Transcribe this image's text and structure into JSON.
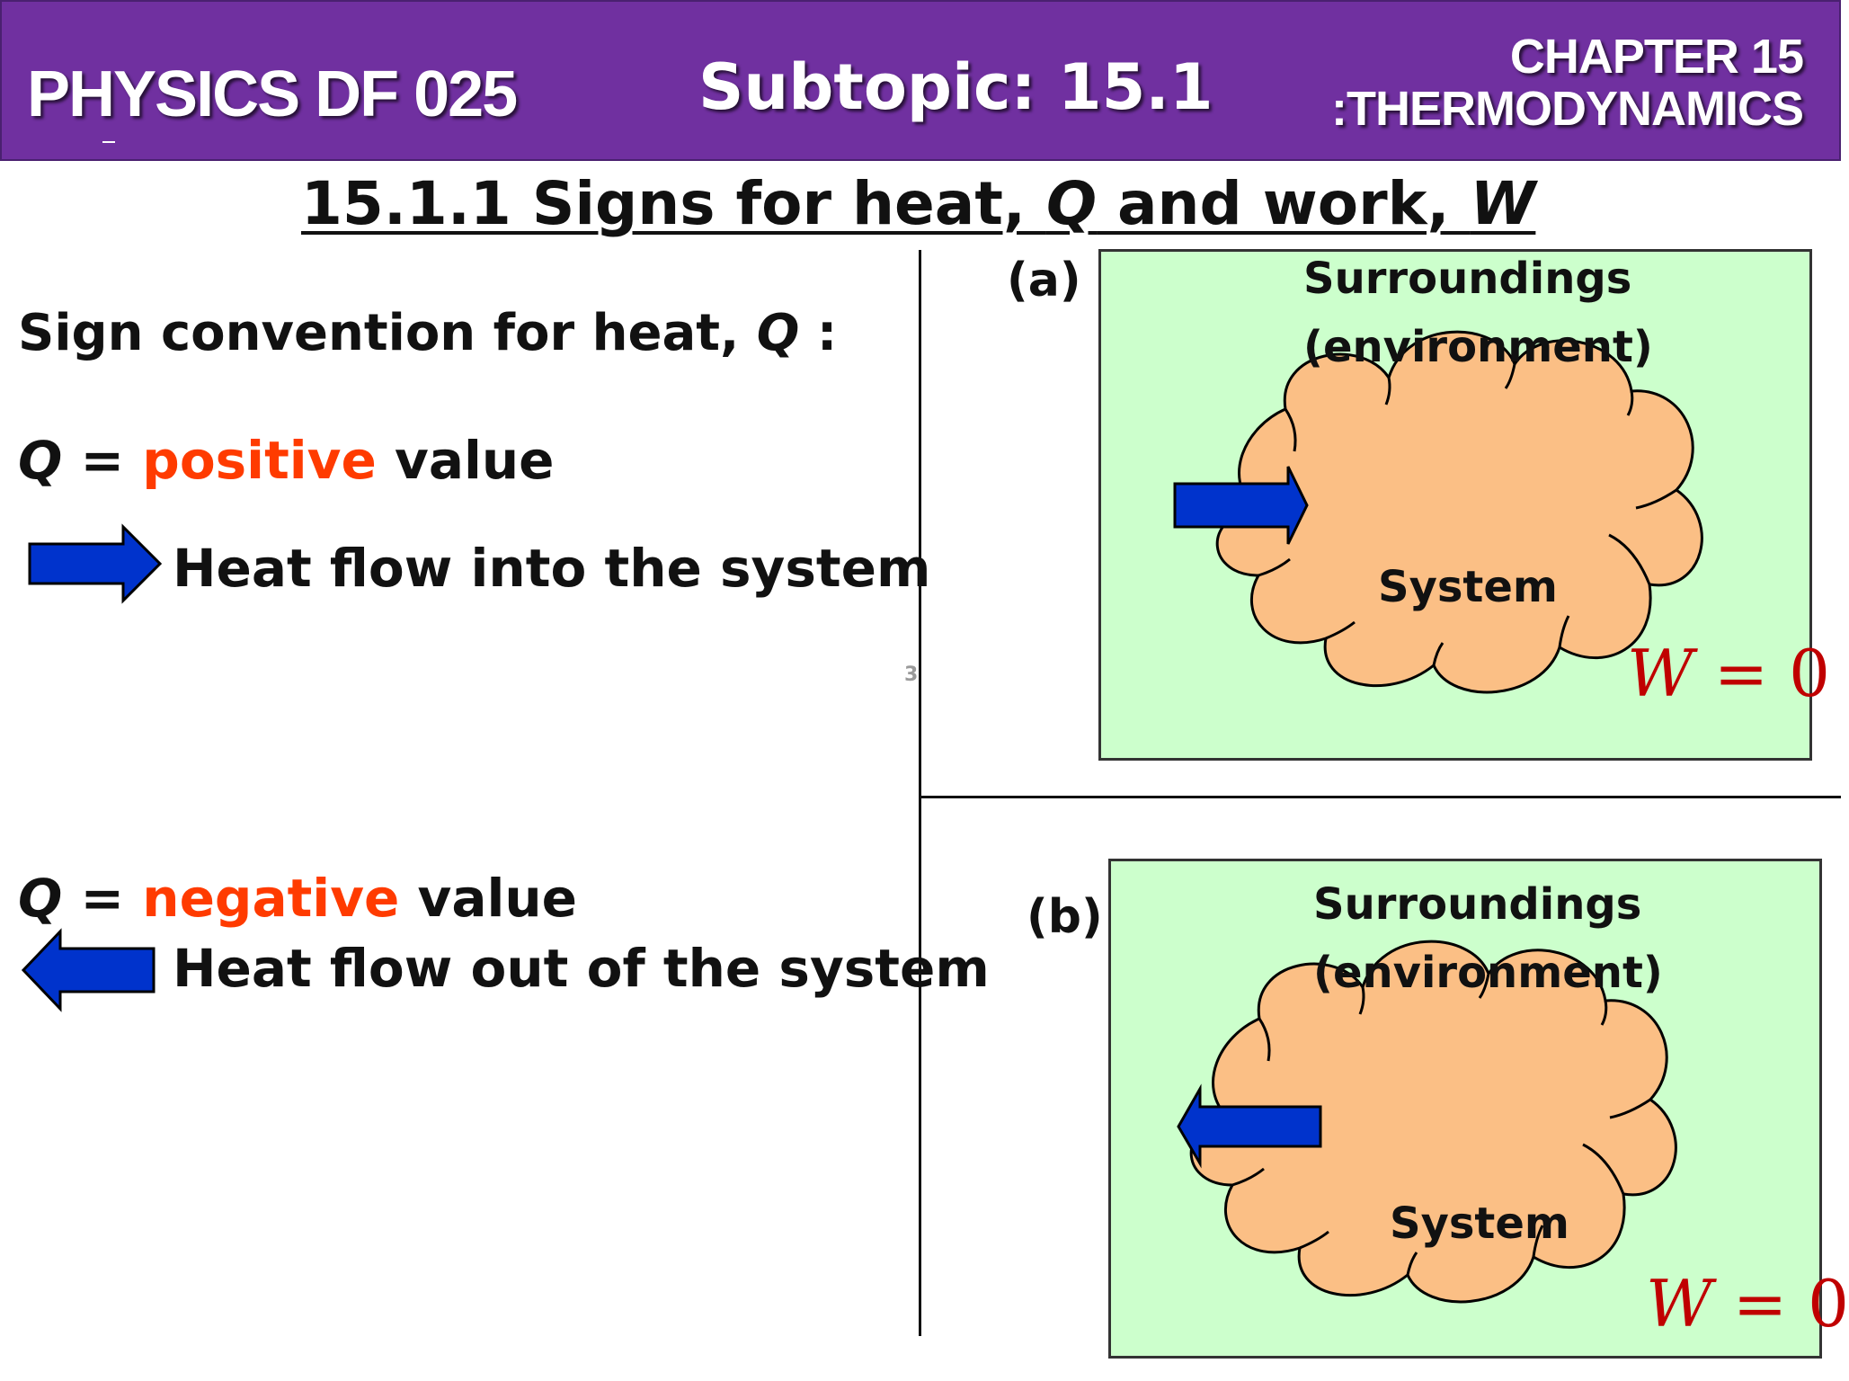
{
  "header": {
    "course": "PHYSICS DF 025",
    "subtopic": "Subtopic: 15.1",
    "chapter_line1": "CHAPTER 15",
    "chapter_line2": ":THERMODYNAMICS"
  },
  "title": {
    "prefix": "15.1.1 Signs for heat, ",
    "q": "Q",
    "mid": " and work, ",
    "w": "W"
  },
  "left": {
    "convention_prefix": "Sign convention for heat, ",
    "convention_q": "Q",
    "convention_suffix": " :",
    "positive": {
      "q": "Q",
      "eq": " = ",
      "word": "positive",
      "suffix": " value",
      "desc": "Heat flow into the system"
    },
    "negative": {
      "q": "Q",
      "eq": " = ",
      "word": "negative",
      "suffix": " value",
      "desc": "Heat flow out of the system"
    }
  },
  "page_number": "3",
  "diagram_a": {
    "label": "(a)",
    "surroundings": "Surroundings",
    "environment": "(environment)",
    "system": "System",
    "w_var": "W",
    "w_rest": " = 0"
  },
  "diagram_b": {
    "label": "(b)",
    "surroundings": "Surroundings",
    "environment": "(environment)",
    "system": "System",
    "w_var": "W",
    "w_rest": " = 0"
  },
  "colors": {
    "header_bg": "#7030a0",
    "highlight": "#ff3b00",
    "arrow": "#0033cc",
    "panel_bg": "#ccffcc",
    "cloud": "#fbbf85",
    "equation": "#c00000"
  },
  "icons": {
    "right_arrow": "right-arrow-icon",
    "left_arrow": "left-arrow-icon",
    "cloud": "system-cloud"
  }
}
